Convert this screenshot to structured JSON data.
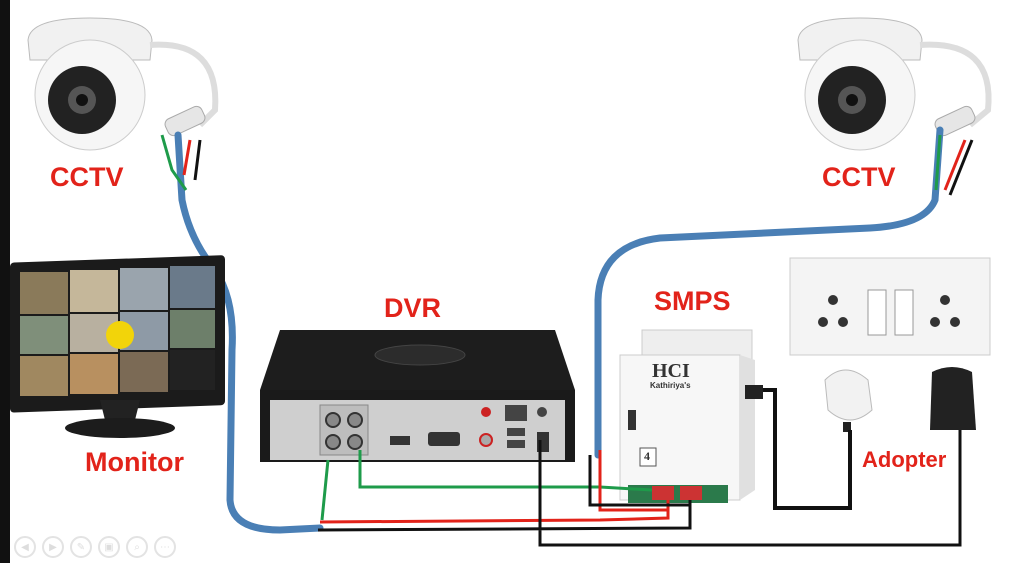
{
  "labels": {
    "cctv_left": "CCTV",
    "cctv_right": "CCTV",
    "monitor": "Monitor",
    "dvr": "DVR",
    "smps": "SMPS",
    "adopter": "Adopter"
  },
  "smps_device": {
    "brand": "HCI",
    "sub": "Kathiriya's",
    "channels": "4"
  },
  "colors": {
    "label": "#e2231a",
    "coax": "#4a7fb5",
    "video_wire": "#1e9b4a",
    "power_wire": "#e2231a",
    "ground_wire": "#111111"
  },
  "toolbar": {
    "icons": [
      "prev-icon",
      "next-icon",
      "pen-icon",
      "slides-icon",
      "zoom-icon",
      "more-icon"
    ]
  }
}
